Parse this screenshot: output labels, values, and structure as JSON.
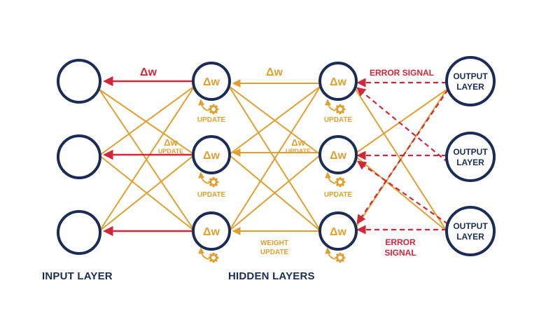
{
  "colors": {
    "navy": "#1b2d55",
    "orange": "#e0a030",
    "red": "#d0273a",
    "white": "#ffffff"
  },
  "labels": {
    "input_layer": "INPUT LAYER",
    "hidden_layers": "HIDDEN LAYERS",
    "output_layer_line1": "OUTPUT",
    "output_layer_line2": "LAYER",
    "delta_w": "Δw",
    "update": "UPDATE",
    "weight_update_line1": "WEIGHT",
    "weight_update_line2": "UPDATE",
    "error_signal_top": "ERROR SIGNAL",
    "error_signal_bottom_line1": "ERROR",
    "error_signal_bottom_line2": "SIGNAL"
  },
  "icons": {
    "gear": "gear-icon",
    "curved_arrow": "curved-arrow-icon"
  }
}
